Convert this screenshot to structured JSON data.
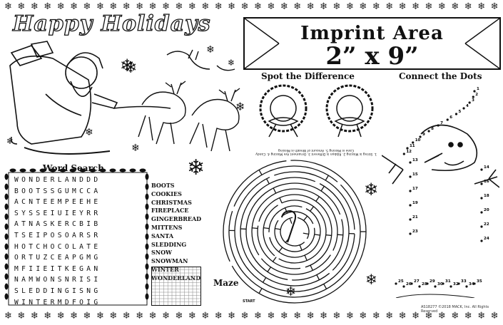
{
  "page": {
    "title": "Happy Holidays",
    "imprint_line1": "Imprint Area",
    "imprint_line2": "2” x 9”",
    "spot_heading": "Spot the Difference",
    "connect_heading": "Connect the Dots",
    "maze_label": "Maze",
    "maze_start": "START",
    "word_search_heading": "Word Search",
    "footer": "AS18277 ©2018 MACK, Inc. All Rights Reserved",
    "spot_answers": "1. String is Missing  2. Ribbon is Different  3. Ornament Are Missing  4. Candy Cane is Missing  5. Amount of Wreath is Missing"
  },
  "word_search": {
    "rows": [
      "WONDERLANDDD",
      "BOOTSSGUMCCA",
      "ACNTEEMPEEHE",
      "SYSSEIUIEYRR",
      "ATNASKERCBIB",
      "TSEIPOSOARSR",
      "HOTCHOCOLATE",
      "ORTUZCEAPGMG",
      "MFIIEITKEGAN",
      "NAMWONSNRISI",
      "SLEDDINGISNG",
      "WINTERMDFOIG"
    ],
    "words": [
      "BOOTS",
      "COOKIES",
      "CHRISTMAS",
      "FIREPLACE",
      "GINGERBREAD",
      "MITTENS",
      "SANTA",
      "SLEDDING",
      "SNOW",
      "SNOWMAN",
      "WINTER",
      "WONDERLAND"
    ]
  },
  "dots": {
    "labels": [
      "1",
      "2",
      "3",
      "4",
      "5",
      "6",
      "7",
      "8",
      "9",
      "10",
      "11",
      "12",
      "13",
      "14",
      "15",
      "16",
      "17",
      "18",
      "19",
      "20",
      "21",
      "22",
      "23",
      "24",
      "25",
      "26",
      "27",
      "28",
      "29",
      "30",
      "31",
      "32",
      "33",
      "34",
      "35"
    ]
  },
  "colors": {
    "ink": "#111111",
    "paper": "#ffffff"
  },
  "icons": [
    "snowflake-icon",
    "candy-cane-icon",
    "reindeer-icon",
    "santa-sleigh-icon",
    "wreath-icon",
    "snowman-icon",
    "holly-icon"
  ]
}
